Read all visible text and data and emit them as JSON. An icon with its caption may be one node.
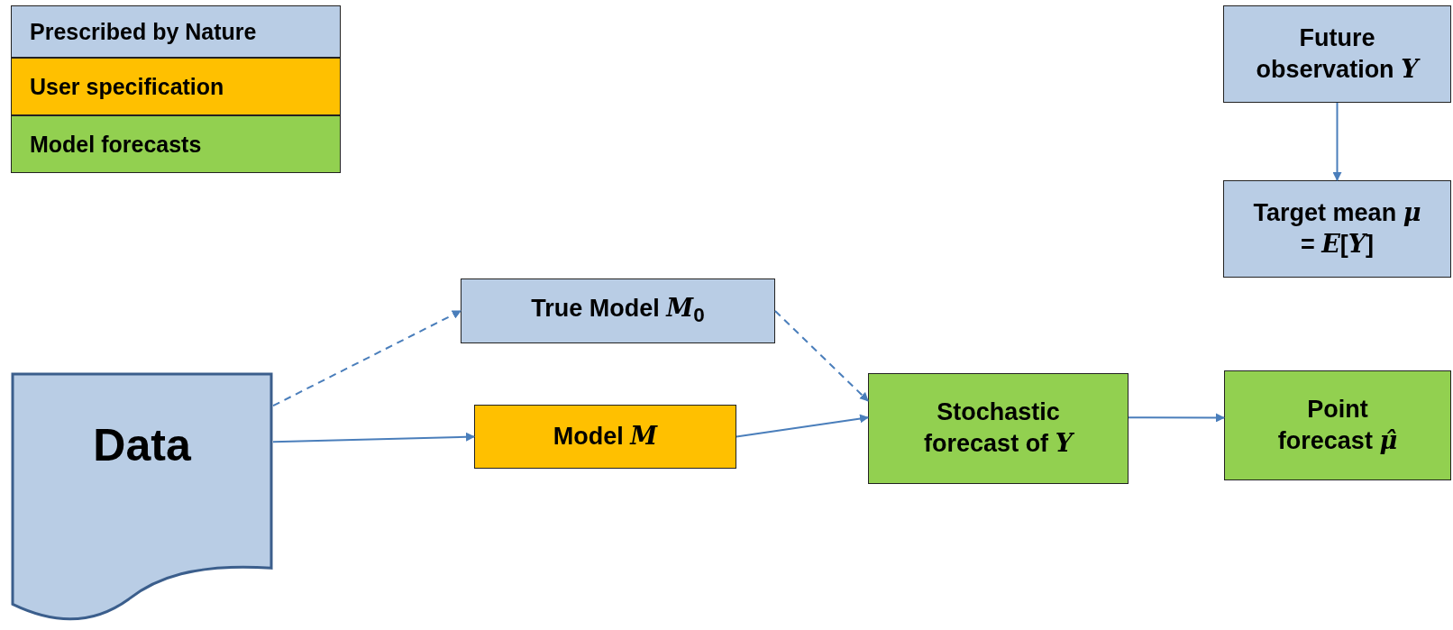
{
  "diagram": {
    "nodes": [
      {
        "text": [
          "Future observation *Y*"
        ]
      },
      {
        "text": [
          "Target mean *μ* = *E*[*Y*]"
        ]
      },
      {
        "text": [
          "True Model *M*$_{0}$"
        ]
      },
      {
        "text": [
          "Data"
        ]
      },
      {
        "text": [
          "Model *M*"
        ]
      },
      {
        "text": [
          "Stochastic forecast of *Y*"
        ]
      },
      {
        "text": [
          "Point forecast *μ̂*"
        ]
      }
    ],
    "edges": [
      {
        "from": 0,
        "to": 1,
        "arrow": "to"
      },
      {
        "from": 3,
        "to": 2,
        "arrow": "to",
        "style": "dashed"
      },
      {
        "from": 2,
        "to": 5,
        "arrow": "to",
        "style": "dashed"
      },
      {
        "from": 3,
        "to": 4,
        "arrow": "to"
      },
      {
        "from": 4,
        "to": 5,
        "arrow": "to"
      },
      {
        "from": 5,
        "to": 6,
        "arrow": "to"
      }
    ],
    "legend": [
      {
        "text": "Prescribed by Nature",
        "color": "#b9cde5"
      },
      {
        "text": "User specification",
        "color": "#ffc000"
      },
      {
        "text": "Model forecasts",
        "color": "#92d050"
      }
    ]
  }
}
